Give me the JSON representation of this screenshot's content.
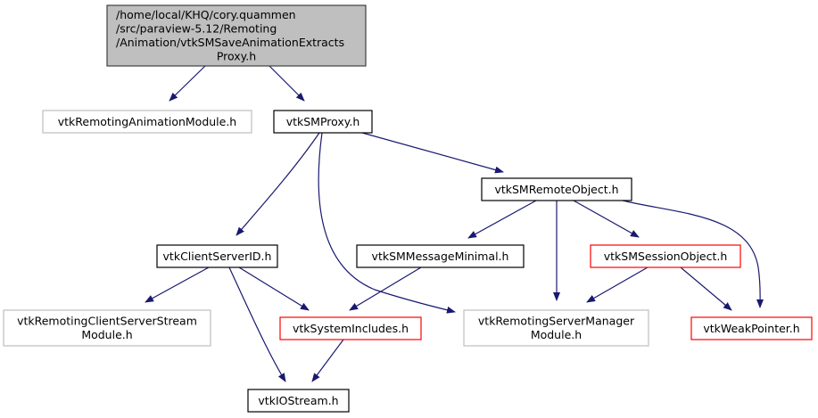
{
  "diagram": {
    "type": "include-dependency-graph",
    "colors": {
      "edge": "#191970",
      "root_fill": "#bfbfbf",
      "root_border": "#404040",
      "normal_border": "#000000",
      "external_border": "#bfbfbf",
      "incomplete_border": "#ff0000"
    },
    "nodes": [
      {
        "id": "root",
        "lines": [
          "/home/local/KHQ/cory.quammen",
          "/src/paraview-5.12/Remoting",
          "/Animation/vtkSMSaveAnimationExtracts",
          "Proxy.h"
        ],
        "style": "root"
      },
      {
        "id": "animmod",
        "lines": [
          "vtkRemotingAnimationModule.h"
        ],
        "style": "external"
      },
      {
        "id": "smproxy",
        "lines": [
          "vtkSMProxy.h"
        ],
        "style": "normal"
      },
      {
        "id": "remoteobj",
        "lines": [
          "vtkSMRemoteObject.h"
        ],
        "style": "normal"
      },
      {
        "id": "csid",
        "lines": [
          "vtkClientServerID.h"
        ],
        "style": "normal"
      },
      {
        "id": "msgmin",
        "lines": [
          "vtkSMMessageMinimal.h"
        ],
        "style": "normal"
      },
      {
        "id": "session",
        "lines": [
          "vtkSMSessionObject.h"
        ],
        "style": "incomplete"
      },
      {
        "id": "csstream",
        "lines": [
          "vtkRemotingClientServerStream",
          "Module.h"
        ],
        "style": "external"
      },
      {
        "id": "sysinc",
        "lines": [
          "vtkSystemIncludes.h"
        ],
        "style": "incomplete"
      },
      {
        "id": "smmod",
        "lines": [
          "vtkRemotingServerManager",
          "Module.h"
        ],
        "style": "external"
      },
      {
        "id": "weakptr",
        "lines": [
          "vtkWeakPointer.h"
        ],
        "style": "incomplete"
      },
      {
        "id": "iostream",
        "lines": [
          "vtkIOStream.h"
        ],
        "style": "normal"
      }
    ],
    "edges": [
      {
        "from": "root",
        "to": "animmod"
      },
      {
        "from": "root",
        "to": "smproxy"
      },
      {
        "from": "smproxy",
        "to": "csid"
      },
      {
        "from": "smproxy",
        "to": "smmod"
      },
      {
        "from": "smproxy",
        "to": "remoteobj"
      },
      {
        "from": "remoteobj",
        "to": "msgmin"
      },
      {
        "from": "remoteobj",
        "to": "smmod"
      },
      {
        "from": "remoteobj",
        "to": "session"
      },
      {
        "from": "remoteobj",
        "to": "weakptr"
      },
      {
        "from": "csid",
        "to": "csstream"
      },
      {
        "from": "csid",
        "to": "sysinc"
      },
      {
        "from": "csid",
        "to": "iostream"
      },
      {
        "from": "msgmin",
        "to": "sysinc"
      },
      {
        "from": "session",
        "to": "smmod"
      },
      {
        "from": "session",
        "to": "weakptr"
      },
      {
        "from": "sysinc",
        "to": "iostream"
      }
    ]
  }
}
